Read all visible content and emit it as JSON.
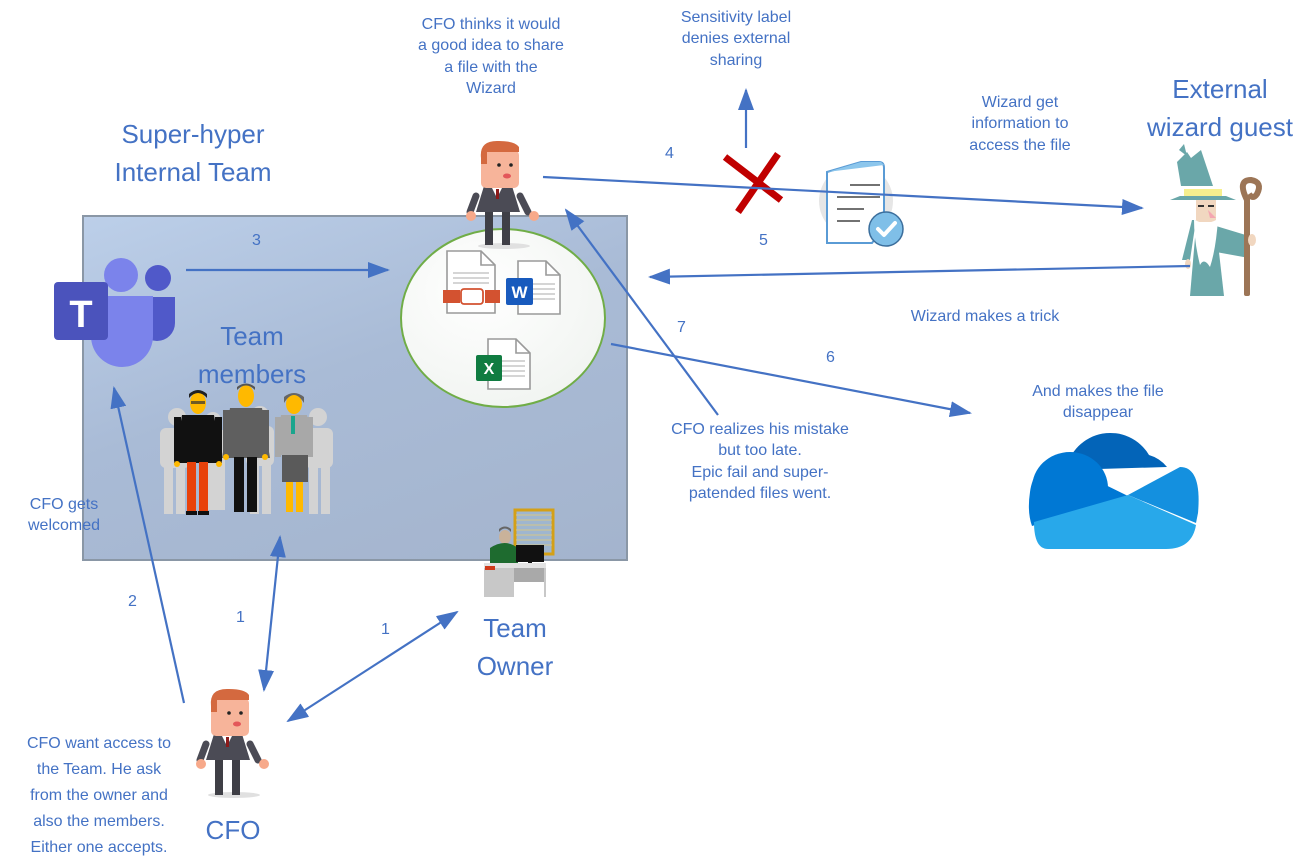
{
  "titles": {
    "internal_team": [
      "Super-hyper",
      "Internal Team"
    ],
    "external_guest": [
      "External",
      "wizard guest"
    ],
    "team_members": [
      "Team",
      "members"
    ],
    "team_owner": [
      "Team",
      "Owner"
    ],
    "cfo": "CFO"
  },
  "notes": {
    "cfo_share_idea": [
      "CFO thinks it would",
      "a good idea to share",
      "a file with the",
      "Wizard"
    ],
    "sensitivity_label": [
      "Sensitivity label",
      "denies external",
      "sharing"
    ],
    "wizard_info": [
      "Wizard get",
      "information to",
      "access the file"
    ],
    "wizard_trick": "Wizard makes a trick",
    "file_disappear": [
      "And makes the file",
      "disappear"
    ],
    "cfo_realizes": [
      "CFO realizes his mistake",
      "but too late.",
      "Epic fail and super-",
      "patended files went."
    ],
    "cfo_welcomed": [
      "CFO gets",
      "welcomed"
    ],
    "cfo_want_access": [
      "CFO want access to",
      "the Team. He ask",
      "from the owner and",
      "also the members.",
      "Either one accepts."
    ]
  },
  "steps": {
    "s1a": "1",
    "s1b": "1",
    "s2": "2",
    "s3": "3",
    "s4": "4",
    "s5": "5",
    "s6": "6",
    "s7": "7"
  },
  "icons": {
    "word": "W",
    "excel": "X",
    "teams": "T"
  },
  "colors": {
    "text": "#4472C4",
    "arrow": "#4472C4",
    "deny_x": "#C00000",
    "team_box": "#B4C6E1",
    "files_circle_border": "#70AD47"
  }
}
